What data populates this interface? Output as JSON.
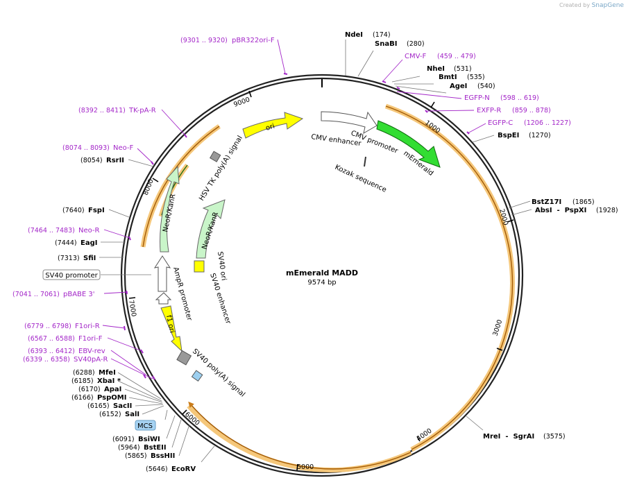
{
  "credit": {
    "created_by": "Created by",
    "app": "SnapGene"
  },
  "plasmid": {
    "name": "mEmerald MADD",
    "size": "9574 bp",
    "length": 9574
  },
  "ticks": [
    "1000",
    "2000",
    "3000",
    "4000",
    "5000",
    "6000",
    "7000",
    "8000",
    "9000"
  ],
  "sites_right": [
    {
      "name": "NdeI",
      "pos": "(174)",
      "bp": 174
    },
    {
      "name": "SnaBI",
      "pos": "(280)",
      "bp": 280
    },
    {
      "name": "NheI",
      "pos": "(531)",
      "bp": 531
    },
    {
      "name": "BmtI",
      "pos": "(535)",
      "bp": 535
    },
    {
      "name": "AgeI",
      "pos": "(540)",
      "bp": 540
    },
    {
      "name": "BspEI",
      "pos": "(1270)",
      "bp": 1270
    },
    {
      "name": "BstZ17I",
      "pos": "(1865)",
      "bp": 1865
    },
    {
      "name": "AbsI  -  PspXI",
      "pos": "(1928)",
      "bp": 1928
    },
    {
      "name": "MreI  -  SgrAI",
      "pos": "(3575)",
      "bp": 3575
    }
  ],
  "sites_left": [
    {
      "name": "RsrII",
      "pos": "(8054)",
      "bp": 8054
    },
    {
      "name": "FspI",
      "pos": "(7640)",
      "bp": 7640
    },
    {
      "name": "EagI",
      "pos": "(7444)",
      "bp": 7444
    },
    {
      "name": "SfiI",
      "pos": "(7313)",
      "bp": 7313
    },
    {
      "name": "MfeI",
      "pos": "(6288)",
      "bp": 6288
    },
    {
      "name": "XbaI *",
      "pos": "(6185)",
      "bp": 6185
    },
    {
      "name": "ApaI",
      "pos": "(6170)",
      "bp": 6170
    },
    {
      "name": "PspOMI",
      "pos": "(6166)",
      "bp": 6166
    },
    {
      "name": "SacII",
      "pos": "(6165)",
      "bp": 6165
    },
    {
      "name": "SalI",
      "pos": "(6152)",
      "bp": 6152
    },
    {
      "name": "BsiWI",
      "pos": "(6091)",
      "bp": 6091
    },
    {
      "name": "BstEII",
      "pos": "(5964)",
      "bp": 5964
    },
    {
      "name": "BssHII",
      "pos": "(5865)",
      "bp": 5865
    },
    {
      "name": "EcoRV",
      "pos": "(5646)",
      "bp": 5646
    }
  ],
  "primers_right": [
    {
      "name": "CMV-F",
      "pos": "(459 .. 479)"
    },
    {
      "name": "EGFP-N",
      "pos": "(598 .. 619)"
    },
    {
      "name": "EXFP-R",
      "pos": "(859 .. 878)"
    },
    {
      "name": "EGFP-C",
      "pos": "(1206 .. 1227)"
    }
  ],
  "primers_left": [
    {
      "name": "pBR322ori-F",
      "pos": "(9301 .. 9320)"
    },
    {
      "name": "TK-pA-R",
      "pos": "(8392 .. 8411)"
    },
    {
      "name": "Neo-F",
      "pos": "(8074 .. 8093)"
    },
    {
      "name": "Neo-R",
      "pos": "(7464 .. 7483)"
    },
    {
      "name": "pBABE 3'",
      "pos": "(7041 .. 7061)"
    },
    {
      "name": "F1ori-R",
      "pos": "(6779 .. 6798)"
    },
    {
      "name": "F1ori-F",
      "pos": "(6567 .. 6588)"
    },
    {
      "name": "EBV-rev",
      "pos": "(6393 .. 6412)"
    },
    {
      "name": "SV40pA-R",
      "pos": "(6339 .. 6358)"
    }
  ],
  "boxed_labels": {
    "sv40_promoter": "SV40 promoter",
    "mcs": "MCS"
  },
  "features": {
    "ori": "ori",
    "cmv_enhancer": "CMV enhancer",
    "cmv_promoter": "CMV promoter",
    "memerald": "mEmerald",
    "kozak": "Kozak sequence",
    "hsv_tk": "HSV TK poly(A) signal",
    "neokanr_outer": "NeoR/KanR",
    "neokanr_inner": "NeoR/KanR",
    "sv40_ori": "SV40 ori",
    "sv40_enhancer": "SV40 enhancer",
    "ampr_promoter": "AmpR promoter",
    "f1_ori": "f1 ori",
    "sv40_polya": "SV40 poly(A) signal"
  },
  "colors": {
    "primer": "#a326c8",
    "orf": "#e8a33c",
    "memerald": "#22d622",
    "ori": "#ffff00",
    "neo": "#c9f5c9",
    "sv40polya": "#9ccfef"
  }
}
